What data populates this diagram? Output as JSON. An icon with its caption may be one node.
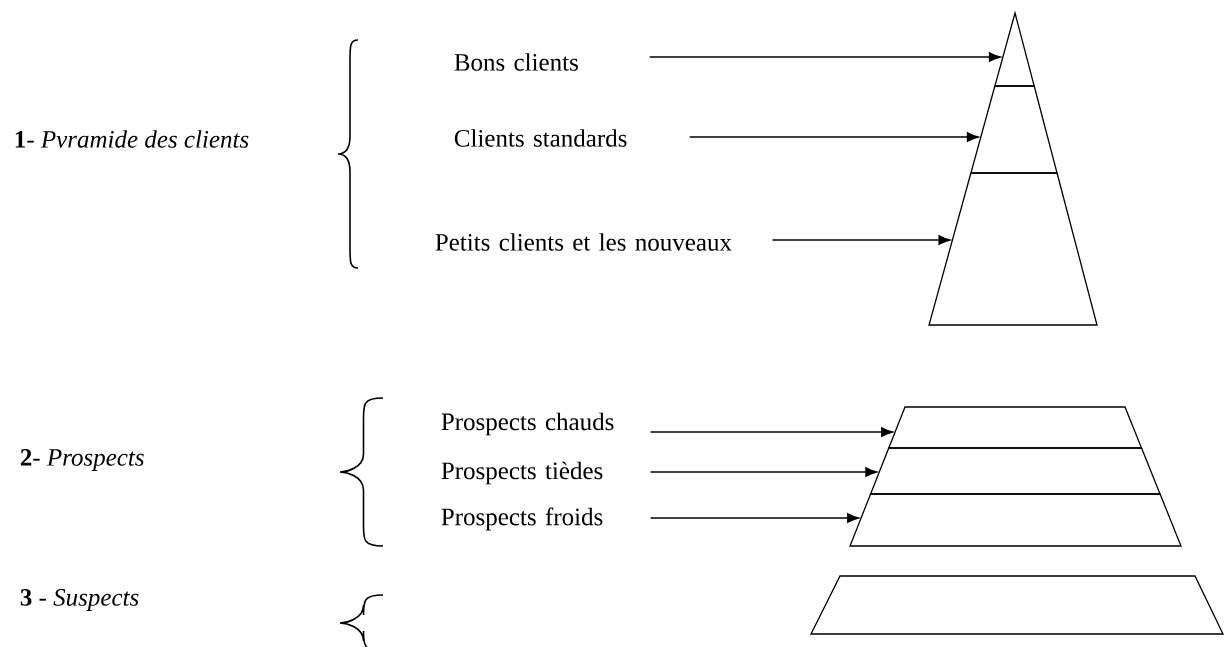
{
  "diagram": {
    "nodes": [
      {
        "text": [
          "Bons clients"
        ]
      },
      {
        "text": [
          "Clients standards"
        ]
      },
      {
        "text": [
          "Petits clients et les  nouveaux"
        ]
      },
      {
        "text": [],
        "shape": "triangle"
      },
      {
        "text": [],
        "shape": "trapezoid"
      },
      {
        "text": [],
        "shape": "trapezoid"
      },
      {
        "text": [
          "Prospects chauds"
        ]
      },
      {
        "text": [
          "Prospects tièdes"
        ]
      },
      {
        "text": [
          "Prospects froids"
        ]
      },
      {
        "text": [],
        "shape": "trapezoid"
      },
      {
        "text": [],
        "shape": "trapezoid"
      },
      {
        "text": [],
        "shape": "trapezoid"
      },
      {
        "text": [],
        "shape": "trapezoid"
      }
    ],
    "edges": [
      {
        "from": 0,
        "to": 3,
        "arrow": "to"
      },
      {
        "from": 1,
        "to": 4,
        "arrow": "to"
      },
      {
        "from": 2,
        "to": 5,
        "arrow": "to"
      },
      {
        "from": 6,
        "to": 9,
        "arrow": "to"
      },
      {
        "from": 7,
        "to": 10,
        "arrow": "to"
      },
      {
        "from": 8,
        "to": 11,
        "arrow": "to"
      }
    ],
    "labels": [
      "**1**- *Pvramide des clients*",
      "**2**- *Prospects*",
      "**3** - *Suspects*"
    ]
  }
}
